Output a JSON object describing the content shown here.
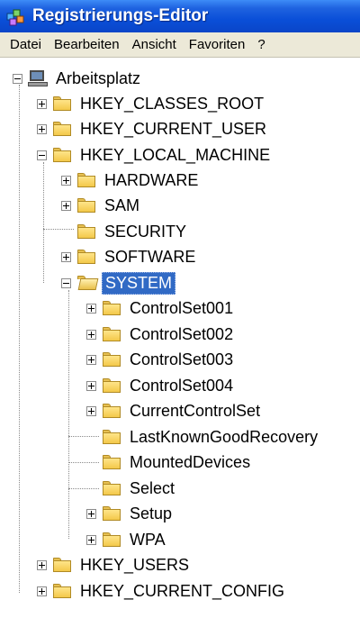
{
  "window": {
    "title": "Registrierungs-Editor"
  },
  "menu": {
    "items": [
      "Datei",
      "Bearbeiten",
      "Ansicht",
      "Favoriten",
      "?"
    ]
  },
  "tree": {
    "root": "Arbeitsplatz",
    "hives": {
      "classes_root": "HKEY_CLASSES_ROOT",
      "current_user": "HKEY_CURRENT_USER",
      "local_machine": "HKEY_LOCAL_MACHINE",
      "users": "HKEY_USERS",
      "current_config": "HKEY_CURRENT_CONFIG"
    },
    "local_machine_children": {
      "hardware": "HARDWARE",
      "sam": "SAM",
      "security": "SECURITY",
      "software": "SOFTWARE",
      "system": "SYSTEM"
    },
    "system_children": {
      "cs001": "ControlSet001",
      "cs002": "ControlSet002",
      "cs003": "ControlSet003",
      "cs004": "ControlSet004",
      "ccs": "CurrentControlSet",
      "lkgr": "LastKnownGoodRecovery",
      "mounted": "MountedDevices",
      "select": "Select",
      "setup": "Setup",
      "wpa": "WPA"
    },
    "selected": "SYSTEM"
  },
  "colors": {
    "selection": "#316ac5",
    "titlebar": "#0a4fd8",
    "menubar": "#ece9d8",
    "folder": "#f3c84a"
  }
}
